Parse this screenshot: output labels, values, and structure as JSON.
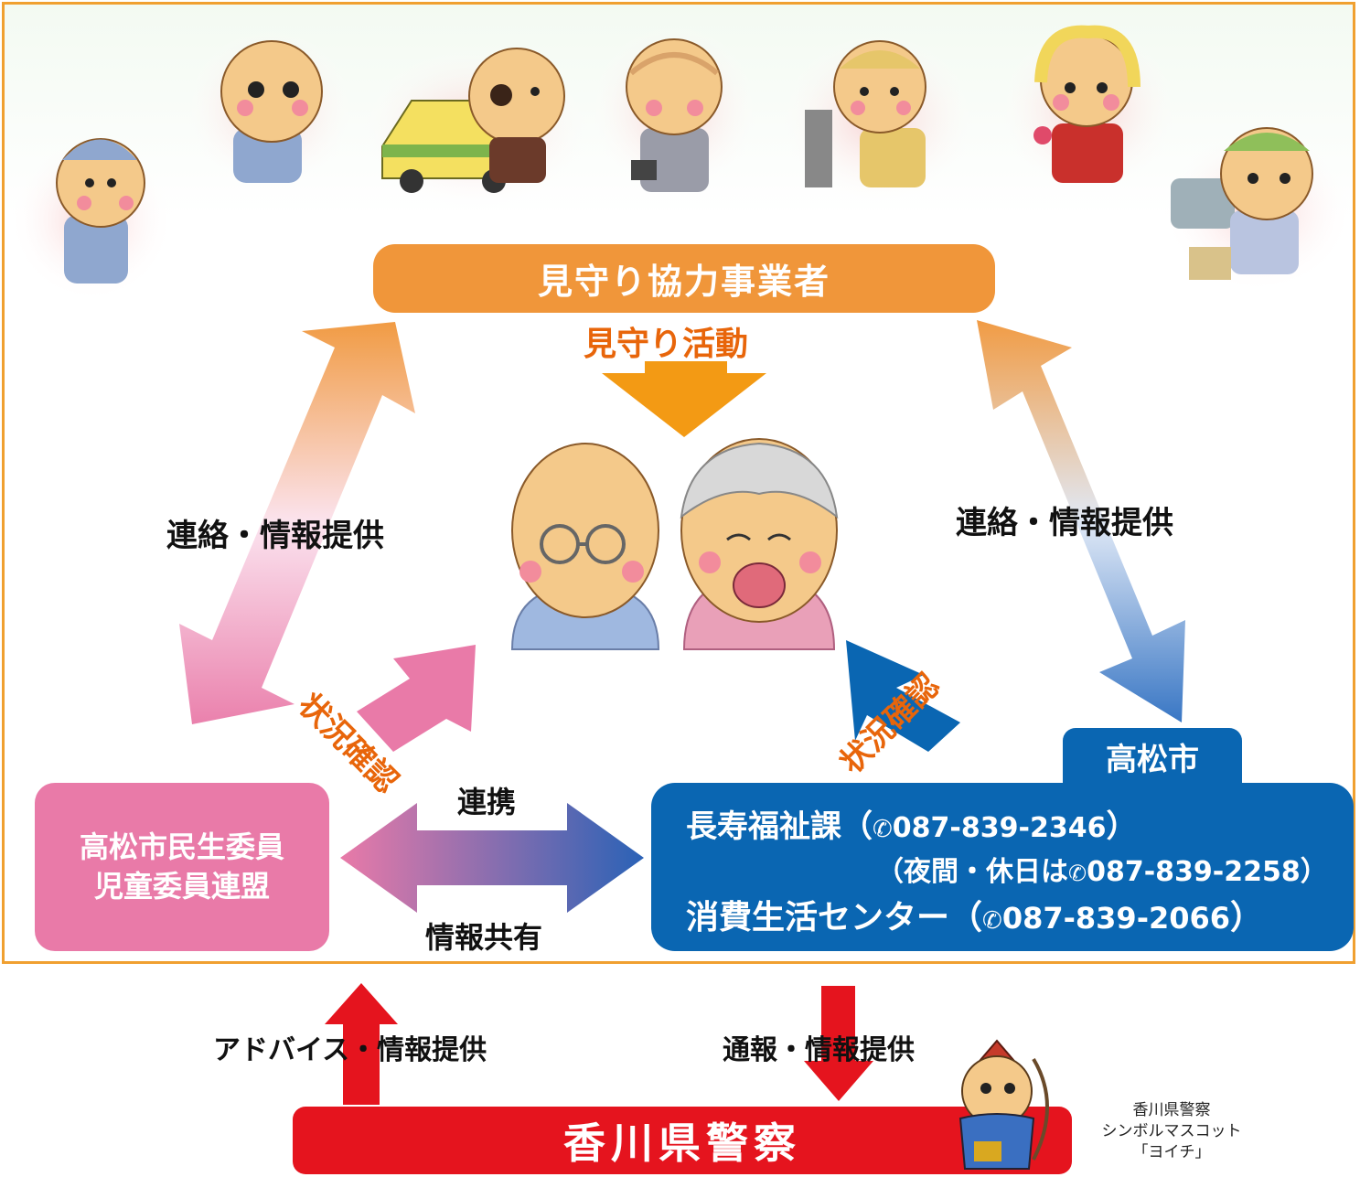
{
  "partners": {
    "label": "見守り協力事業者"
  },
  "activity": {
    "label": "見守り活動"
  },
  "contact_left": {
    "label": "連絡・情報提供"
  },
  "contact_right": {
    "label": "連絡・情報提供"
  },
  "status_left": {
    "label": "状況確認"
  },
  "status_right": {
    "label": "状況確認"
  },
  "minsei": {
    "line1": "高松市民生委員",
    "line2": "児童委員連盟"
  },
  "link": {
    "top": "連携",
    "bottom": "情報共有"
  },
  "city": {
    "tab": "高松市",
    "row1_name": "長寿福祉課（",
    "row1_phone": "087-839-2346",
    "row1_close": "）",
    "row2_prefix": "（夜間・休日は",
    "row2_phone": "087-839-2258",
    "row2_close": "）",
    "row3_name": "消費生活センター（",
    "row3_phone": "087-839-2066",
    "row3_close": "）"
  },
  "advice": {
    "label": "アドバイス・情報提供"
  },
  "report": {
    "label": "通報・情報提供"
  },
  "police": {
    "label": "香川県警察"
  },
  "mascot": {
    "line1": "香川県警察",
    "line2": "シンボルマスコット",
    "line3": "「ヨイチ」"
  },
  "colors": {
    "orange": "#f0963a",
    "pink": "#e97aa8",
    "blue": "#0a66b2",
    "red": "#e5141e",
    "frame": "#f0a030"
  }
}
